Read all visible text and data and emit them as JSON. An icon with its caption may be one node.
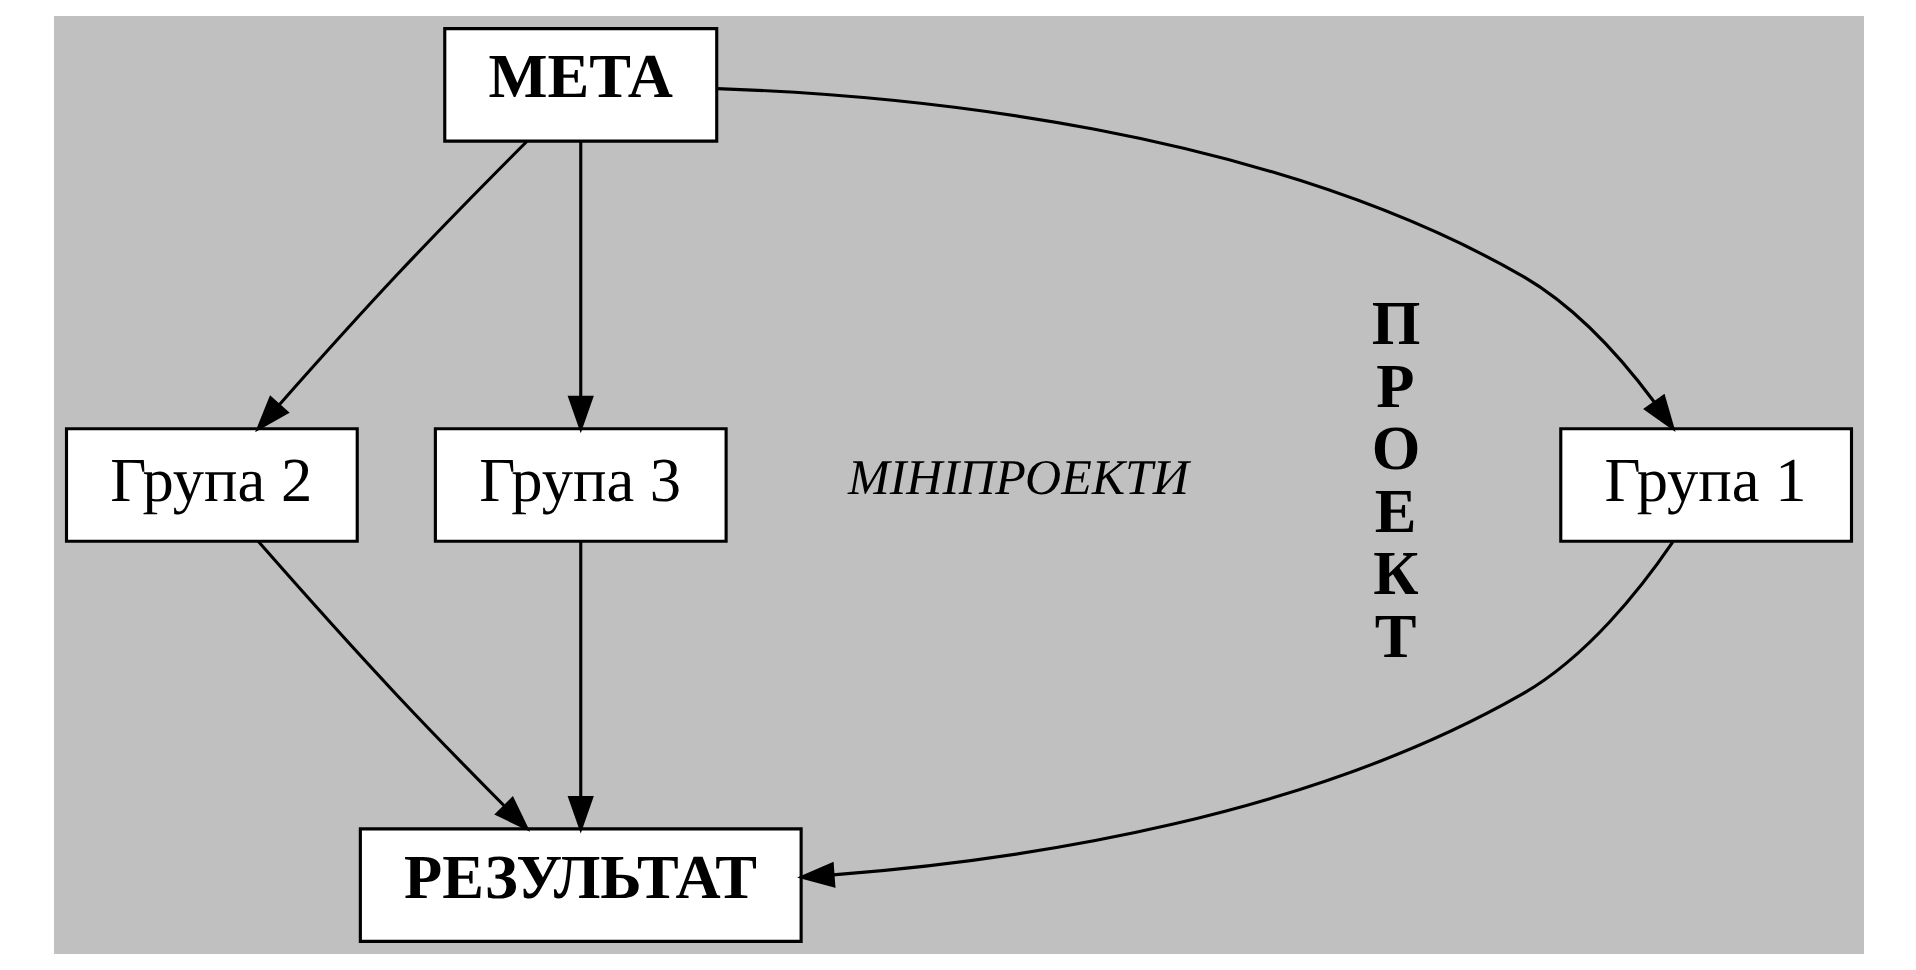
{
  "diagram": {
    "nodes": [
      {
        "text": [
          "МЕТА"
        ]
      },
      {
        "text": [
          "Група 1"
        ]
      },
      {
        "text": [
          "Група 2"
        ]
      },
      {
        "text": [
          "Група 3"
        ]
      },
      {
        "text": [
          "РЕЗУЛЬТАТ"
        ]
      }
    ],
    "edges": [
      {
        "from": 0,
        "to": 1,
        "arrow": "to"
      },
      {
        "from": 0,
        "to": 2,
        "arrow": "to"
      },
      {
        "from": 0,
        "to": 3,
        "arrow": "to"
      },
      {
        "from": 1,
        "to": 4,
        "arrow": "to"
      },
      {
        "from": 2,
        "to": 4,
        "arrow": "to"
      },
      {
        "from": 3,
        "to": 4,
        "arrow": "to"
      }
    ],
    "labels": [
      "П Р О Е К Т",
      "МІНІПРОЕКТИ"
    ]
  }
}
